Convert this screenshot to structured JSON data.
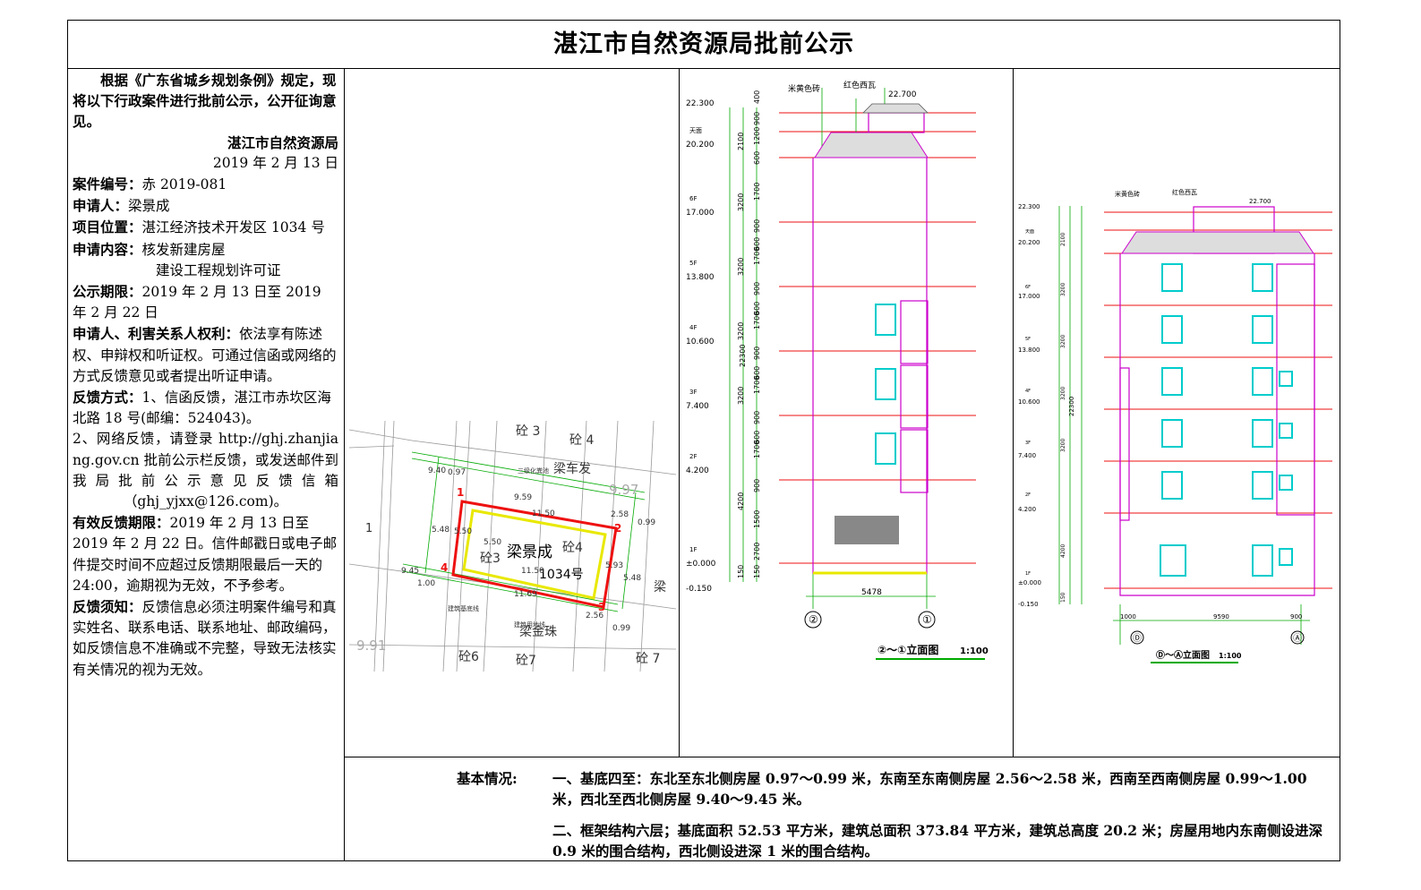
{
  "title": "湛江市自然资源局批前公示",
  "notice": {
    "intro": "根据《广东省城乡规划条例》规定，现将以下行政案件进行批前公示，公开征询意见。",
    "issuer": "湛江市自然资源局",
    "date": "2019 年 2 月 13 日",
    "case_no_label": "案件编号：",
    "case_no": "赤 2019-081",
    "applicant_label": "申请人：",
    "applicant": "梁景成",
    "location_label": "项目位置：",
    "location": "湛江经济技术开发区 1034 号",
    "content_label": "申请内容：",
    "content_line1": "核发新建房屋",
    "content_line2": "建设工程规划许可证",
    "period_label": "公示期限：",
    "period": "2019 年 2 月 13 日至 2019 年 2 月 22 日",
    "rights_label": "申请人、利害关系人权利：",
    "rights": "依法享有陈述权、申辩权和听证权。可通过信函或网络的方式反馈意见或者提出听证申请。",
    "feedback_label": "反馈方式：",
    "feedback1": "1、信函反馈，湛江市赤坎区海北路 18 号(邮编：524043)。",
    "feedback2": "2、网络反馈，请登录 http://ghj.zhanjiang.gov.cn 批前公示栏反馈，或发送邮件到我局批前公示意见反馈信箱",
    "feedback_email": "（ghj_yjxx@126.com)。",
    "valid_label": "有效反馈期限：",
    "valid": "2019 年 2 月 13 日至 2019 年 2 月 22 日。信件邮戳日或电子邮件提交时间不应超过反馈期限最后一天的 24:00，逾期视为无效，不予参考。",
    "notes_label": "反馈须知：",
    "notes": "反馈信息必须注明案件编号和真实姓名、联系电话、联系地址、邮政编码，如反馈信息不准确或不完整，导致无法核实有关情况的视为无效。"
  },
  "site_plan": {
    "owner": "梁景成",
    "address": "1034号",
    "neighbors": [
      "砼 3",
      "砼 4",
      "梁车发",
      "砼4",
      "砼3",
      "梁金珠",
      "砼6",
      "砼7",
      "砼 7",
      "梁"
    ],
    "dims": [
      "9.40",
      "0.97",
      "9.59",
      "11.50",
      "2.58",
      "0.99",
      "5.48",
      "5.50",
      "5.50",
      "11.50",
      "5.93",
      "5.48",
      "9.45",
      "1.00",
      "11.69",
      "2.56",
      "0.99",
      "9.97",
      "9.91",
      "1"
    ],
    "corners": [
      "1",
      "2",
      "3",
      "4"
    ],
    "labels": [
      "三级化粪池",
      "建筑基底线",
      "建筑用地线"
    ]
  },
  "elevation_left": {
    "caption": "②～①立面图",
    "scale": "1:100",
    "material1": "米黄色砖",
    "material2": "红色西瓦",
    "top_level": "22.700",
    "levels": [
      "22.300",
      "20.200",
      "17.000",
      "13.800",
      "10.600",
      "7.400",
      "4.200",
      "±0.000",
      "-0.150"
    ],
    "floors": [
      "天面",
      "6F",
      "5F",
      "4F",
      "3F",
      "2F",
      "1F"
    ],
    "heights": [
      "400",
      "900",
      "1200",
      "600",
      "1700",
      "900",
      "600",
      "1700",
      "900",
      "600",
      "1700",
      "900",
      "600",
      "1700",
      "900",
      "600",
      "1700",
      "900",
      "1500",
      "2700",
      "150"
    ],
    "segments": [
      "2100",
      "3200",
      "3200",
      "3200",
      "3200",
      "4200",
      "150"
    ],
    "total": "22300",
    "width": "5478",
    "axis_a": "②",
    "axis_b": "①"
  },
  "elevation_right": {
    "caption": "Ⓓ～Ⓐ立面图",
    "scale": "1:100",
    "material1": "米黄色砖",
    "material2": "红色西瓦",
    "top_level": "22.700",
    "levels": [
      "22.300",
      "20.200",
      "17.000",
      "13.800",
      "10.600",
      "7.400",
      "4.200",
      "±0.000",
      "-0.150"
    ],
    "floors": [
      "天面",
      "6F",
      "5F",
      "4F",
      "3F",
      "2F",
      "1F"
    ],
    "segments": [
      "2100",
      "3200",
      "3200",
      "3200",
      "3200",
      "4200",
      "150"
    ],
    "total": "22300",
    "dims": [
      "1000",
      "9590",
      "900"
    ],
    "axis_a": "Ⓓ",
    "axis_b": "Ⓐ"
  },
  "basic": {
    "label": "基本情况:",
    "p1": "一、基底四至：东北至东北侧房屋 0.97～0.99 米，东南至东南侧房屋 2.56～2.58 米，西南至西南侧房屋 0.99～1.00 米，西北至西北侧房屋 9.40～9.45 米。",
    "p2": "二、框架结构六层；基底面积 52.53 平方米，建筑总面积 373.84 平方米，建筑总高度 20.2 米；房屋用地内东南侧设进深 0.9 米的围合结构，西北侧设进深 1 米的围合结构。"
  },
  "colors": {
    "magenta": "#cc00cc",
    "red": "#ee1111",
    "green": "#00aa00",
    "cyan": "#00cccc",
    "yellow": "#e8e800"
  }
}
